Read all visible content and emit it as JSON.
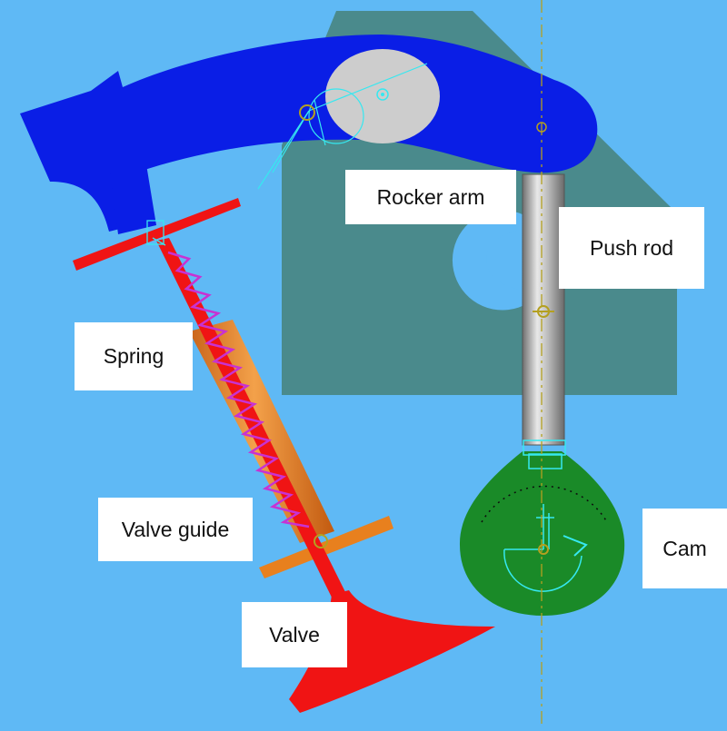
{
  "labels": {
    "rocker_arm": "Rocker arm",
    "push_rod": "Push rod",
    "spring": "Spring",
    "valve_guide": "Valve guide",
    "cam": "Cam",
    "valve": "Valve"
  },
  "colors": {
    "background": "#5fb9f5",
    "housing": "#4a8a8c",
    "rocker_arm": "#0a1ee6",
    "pivot": "#cdcdcd",
    "push_rod": "#b8b8b8",
    "valve": "#f01414",
    "valve_guide": "#e8801e",
    "spring": "#c832d2",
    "cam": "#1a8a28",
    "construction_lines": "#36e8f0"
  },
  "icons": [
    "rotation-arrow-icon",
    "pivot-marker-icon",
    "centerline-icon"
  ]
}
